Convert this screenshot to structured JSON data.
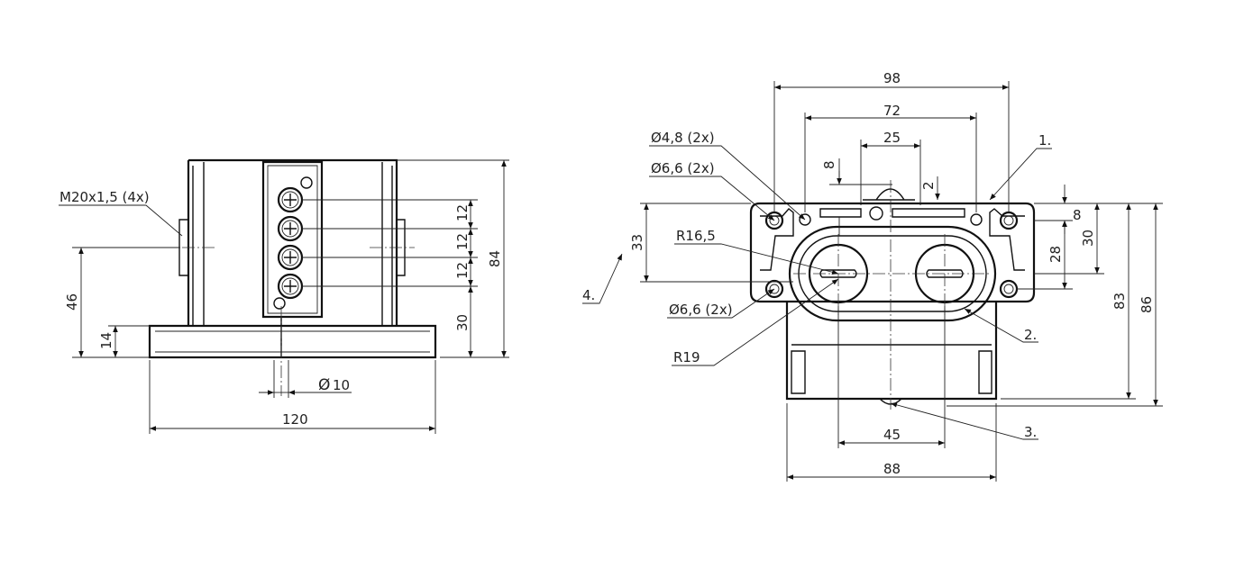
{
  "left_view": {
    "thread_label": "M20x1,5 (4x)",
    "dim_width": "120",
    "dim_height": "84",
    "dim_axis_height": "46",
    "dim_flange": "14",
    "dim_pitch_1": "12",
    "dim_pitch_2": "12",
    "dim_pitch_3": "12",
    "dim_bottom_entry": "30",
    "dim_diameter": "10",
    "diameter_symbol": "Ø"
  },
  "right_view": {
    "dim_overall_width": "98",
    "dim_hole_spacing": "72",
    "dim_slot_width": "25",
    "dim_8_top": "8",
    "dim_2": "2",
    "dim_8_right": "8",
    "dim_30": "30",
    "dim_28": "28",
    "dim_33": "33",
    "dim_83": "83",
    "dim_86": "86",
    "dim_45": "45",
    "dim_88": "88",
    "hole_48": "Ø4,8 (2x)",
    "hole_66_top": "Ø6,6 (2x)",
    "hole_66_bottom": "Ø6,6 (2x)",
    "radius_165": "R16,5",
    "radius_19": "R19",
    "callout_1": "1.",
    "callout_2": "2.",
    "callout_3": "3.",
    "callout_4": "4."
  }
}
